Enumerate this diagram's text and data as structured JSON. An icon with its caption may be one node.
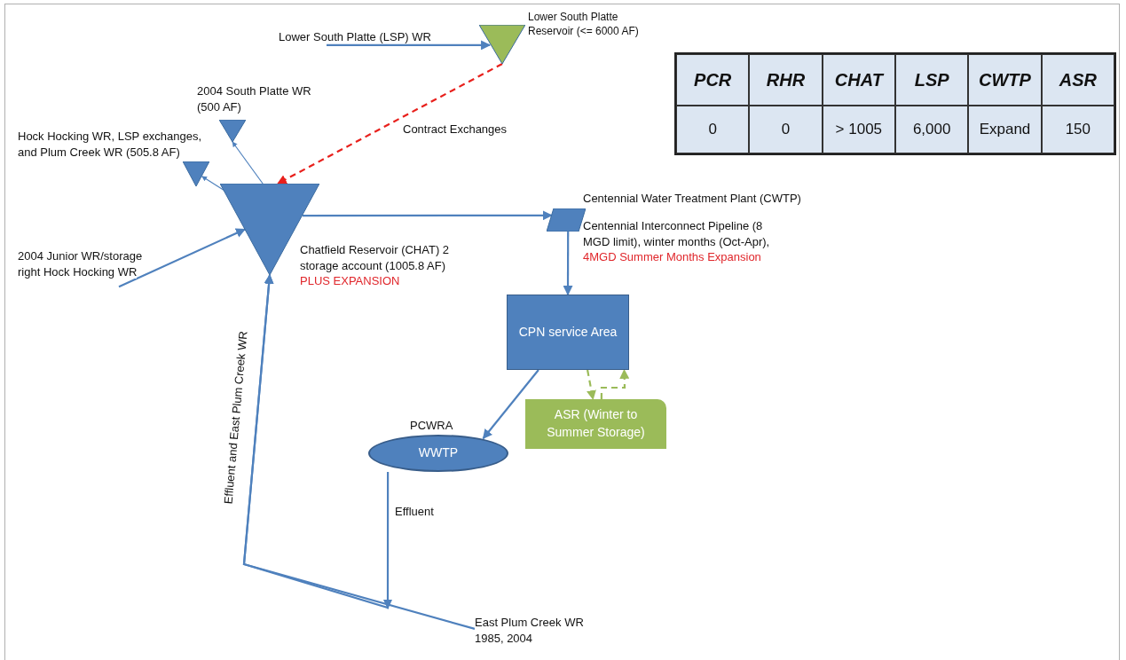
{
  "diagram": {
    "nodes": [
      {
        "text": [
          "Lower South Platte (LSP) WR"
        ]
      },
      {
        "text": [],
        "shape": "triangle",
        "beside": [
          "Lower South Platte Reservoir (<= 6000 AF)"
        ]
      },
      {
        "text": [],
        "shape": "triangle",
        "beside": [
          "2004 South Platte WR (500 AF)"
        ]
      },
      {
        "text": [],
        "shape": "triangle",
        "beside": [
          "Hock Hocking WR, LSP exchanges, and Plum Creek WR (505.8 AF)"
        ]
      },
      {
        "text": [],
        "shape": "triangle",
        "beside": [
          "Chatfield Reservoir (CHAT) 2 storage account (1005.8 AF)",
          "PLUS EXPANSION"
        ]
      },
      {
        "text": [],
        "shape": "parallelogram",
        "beside": [
          "Centennial Water Treatment Plant (CWTP)",
          "Centennial Interconnect Pipeline (8 MGD limit), winter months (Oct-Apr),",
          "4MGD Summer Months Expansion"
        ]
      },
      {
        "text": [
          "CPN service Area"
        ]
      },
      {
        "text": [
          "ASR (Winter to Summer Storage)"
        ]
      },
      {
        "text": [
          "WWTP"
        ],
        "beside": [
          "PCWRA"
        ]
      },
      {
        "text": [
          "2004 Junior WR/storage right Hock Hocking WR"
        ]
      },
      {
        "text": [
          "East Plum Creek WR 1985, 2004"
        ]
      }
    ],
    "edges": [
      {
        "from": 0,
        "to": 1,
        "arrow": "to"
      },
      {
        "from": 1,
        "to": 4,
        "arrow": "to",
        "label": "Contract Exchanges",
        "style": "dashed",
        "color": "#e8201c"
      },
      {
        "from": 4,
        "to": 2,
        "arrow": "to"
      },
      {
        "from": 4,
        "to": 3,
        "arrow": "to"
      },
      {
        "from": 9,
        "to": 4,
        "arrow": "to"
      },
      {
        "from": 4,
        "to": 5,
        "arrow": "to"
      },
      {
        "from": 5,
        "to": 6,
        "arrow": "to"
      },
      {
        "from": 6,
        "to": 7,
        "arrow": "to",
        "style": "dashed",
        "color": "#9bbb59"
      },
      {
        "from": 7,
        "to": 6,
        "arrow": "to",
        "style": "dashed",
        "color": "#9bbb59"
      },
      {
        "from": 6,
        "to": 8,
        "arrow": "to"
      },
      {
        "from": 10,
        "to": 4,
        "arrow": "to",
        "label": "Effluent and East Plum Creek WR"
      },
      {
        "from": 8,
        "to": 4,
        "arrow": "to",
        "label": "Effluent"
      }
    ],
    "labels": [
      "PCR",
      "RHR",
      "CHAT",
      "LSP",
      "CWTP",
      "ASR",
      "0",
      "0",
      "> 1005",
      "6,000",
      "Expand",
      "150"
    ]
  }
}
